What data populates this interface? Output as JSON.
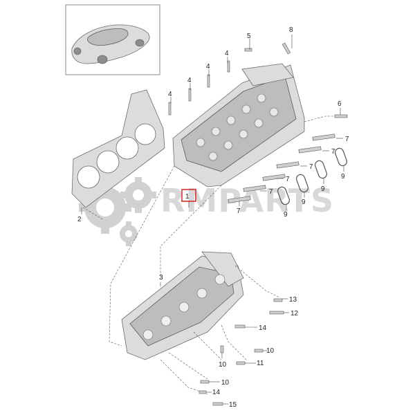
{
  "watermark": {
    "text": "RMPARTS"
  },
  "colors": {
    "highlight_box": "#d9302c",
    "watermark": "#c9c9c9",
    "line": "#444444"
  },
  "callouts": [
    {
      "id": "c1",
      "text": "1"
    },
    {
      "id": "c2",
      "text": "2"
    },
    {
      "id": "c3",
      "text": "3"
    },
    {
      "id": "c4a",
      "text": "4"
    },
    {
      "id": "c4b",
      "text": "4"
    },
    {
      "id": "c4c",
      "text": "4"
    },
    {
      "id": "c4d",
      "text": "4"
    },
    {
      "id": "c5",
      "text": "5"
    },
    {
      "id": "c6",
      "text": "6"
    },
    {
      "id": "c7a",
      "text": "7"
    },
    {
      "id": "c7b",
      "text": "7"
    },
    {
      "id": "c7c",
      "text": "7"
    },
    {
      "id": "c7d",
      "text": "7"
    },
    {
      "id": "c7e",
      "text": "7"
    },
    {
      "id": "c7f",
      "text": "7"
    },
    {
      "id": "c8",
      "text": "8"
    },
    {
      "id": "c9a",
      "text": "9"
    },
    {
      "id": "c9b",
      "text": "9"
    },
    {
      "id": "c9c",
      "text": "9"
    },
    {
      "id": "c9d",
      "text": "9"
    },
    {
      "id": "c10a",
      "text": "10"
    },
    {
      "id": "c10b",
      "text": "10"
    },
    {
      "id": "c10c",
      "text": "10"
    },
    {
      "id": "c11",
      "text": "11"
    },
    {
      "id": "c12",
      "text": "12"
    },
    {
      "id": "c13",
      "text": "13"
    },
    {
      "id": "c14a",
      "text": "14"
    },
    {
      "id": "c14b",
      "text": "14"
    },
    {
      "id": "c15",
      "text": "15"
    }
  ]
}
